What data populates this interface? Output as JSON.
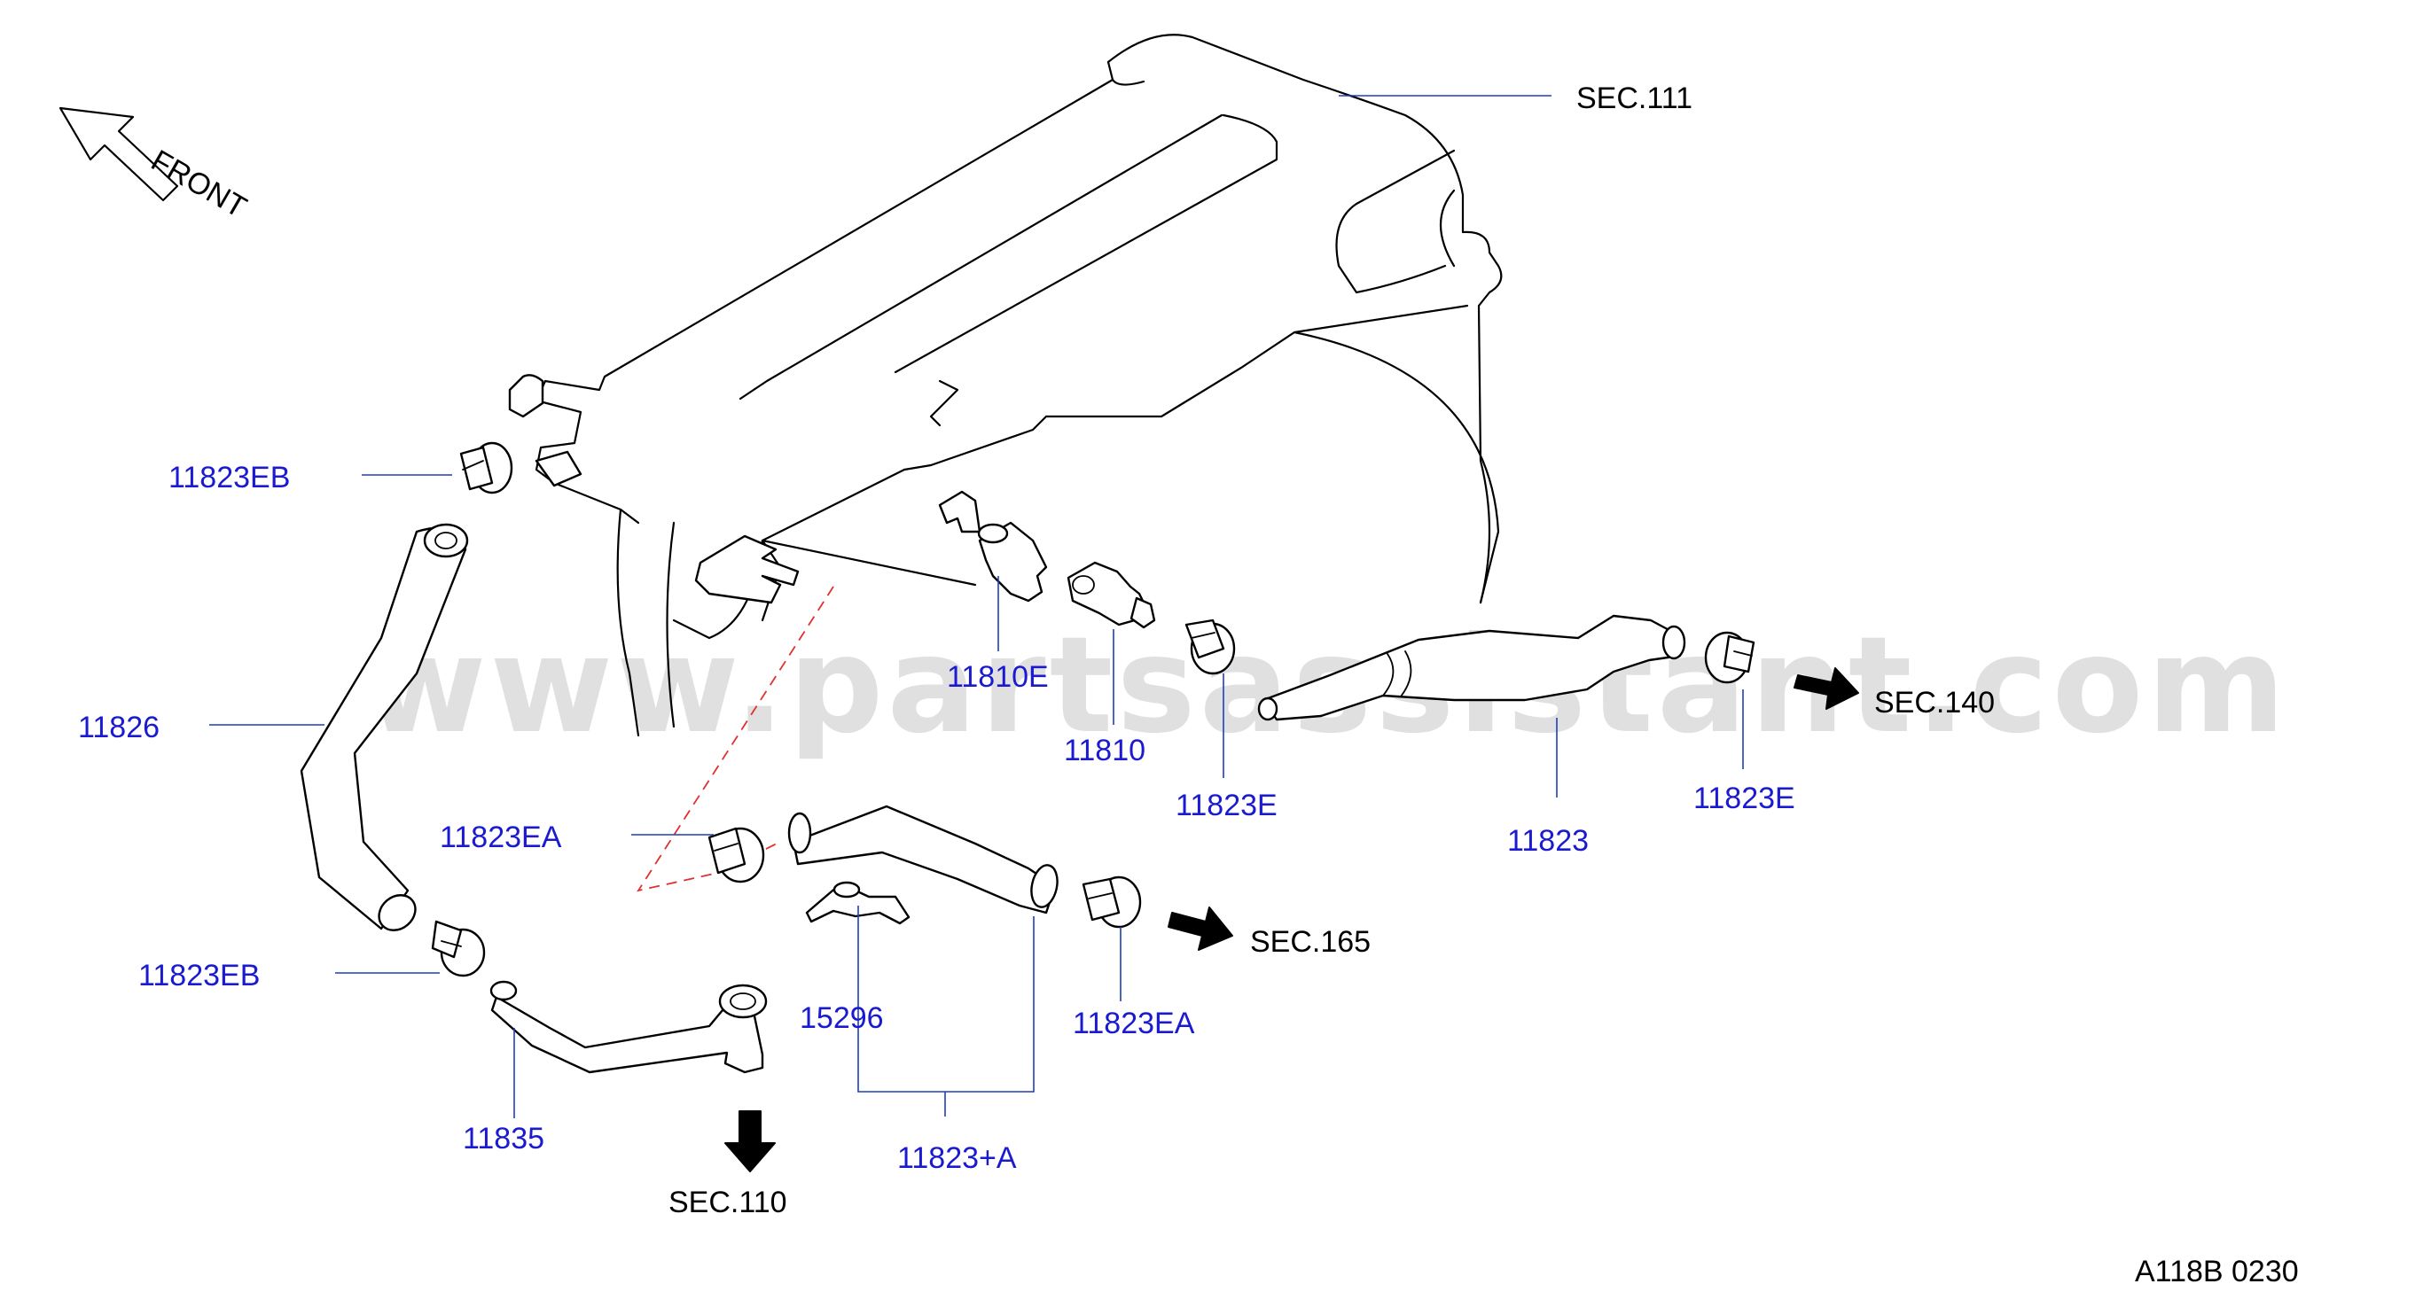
{
  "watermark": "www.partsassistant.com",
  "orientation": {
    "label": "FRONT"
  },
  "diagram_code": "A118B 0230",
  "section_refs": {
    "sec111": "SEC.111",
    "sec140": "SEC.140",
    "sec165": "SEC.165",
    "sec110": "SEC.110"
  },
  "part_labels": {
    "p11823EB_top": "11823EB",
    "p11826": "11826",
    "p11823EB_bottom": "11823EB",
    "p11835": "11835",
    "p11823EA_left": "11823EA",
    "p15296": "15296",
    "p11823A": "11823+A",
    "p11823EA_right": "11823EA",
    "p11810E": "11810E",
    "p11810": "11810",
    "p11823E_left": "11823E",
    "p11823": "11823",
    "p11823E_right": "11823E"
  },
  "colors": {
    "label_blue": "#1a1ad0",
    "leader_blue": "#1e3fb8",
    "dash_red": "#e03030"
  }
}
